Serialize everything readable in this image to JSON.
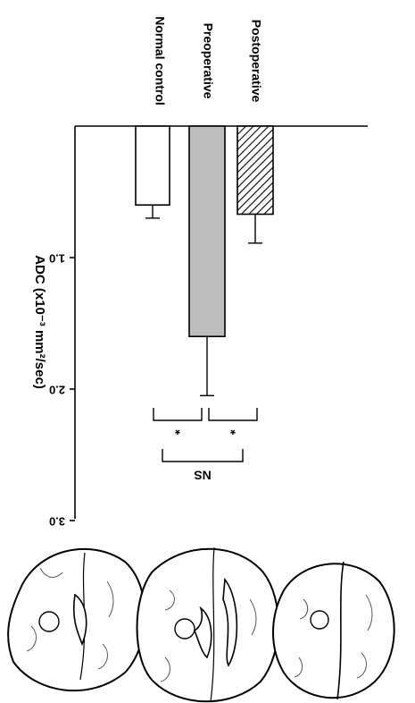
{
  "chart_data": {
    "type": "bar",
    "orientation": "horizontal",
    "rendered_rotation": "180deg",
    "ylabel": "ADC (x10⁻³ mm²/sec)",
    "ylim": [
      0,
      3.0
    ],
    "yticks": [
      1.0,
      2.0,
      3.0
    ],
    "ytick_labels": [
      "1.0",
      "2.0",
      "3.0"
    ],
    "categories": [
      "Normal control",
      "Preoperative",
      "Postoperative"
    ],
    "values": [
      0.6,
      1.6,
      0.67
    ],
    "errors": [
      0.1,
      0.45,
      0.22
    ],
    "bar_styles": [
      "white",
      "gray",
      "hatched"
    ],
    "bar_colors": [
      "#ffffff",
      "#bdbdbd",
      "#ffffff"
    ],
    "significance": [
      {
        "between": [
          "Normal control",
          "Preoperative"
        ],
        "label": "*"
      },
      {
        "between": [
          "Preoperative",
          "Postoperative"
        ],
        "label": "*"
      },
      {
        "between": [
          "Normal control",
          "Postoperative"
        ],
        "label": "NS"
      }
    ],
    "grid": false,
    "legend": "none"
  },
  "illustrations": {
    "brains": [
      "brain-section-normal-control",
      "brain-section-preoperative",
      "brain-section-postoperative"
    ]
  }
}
